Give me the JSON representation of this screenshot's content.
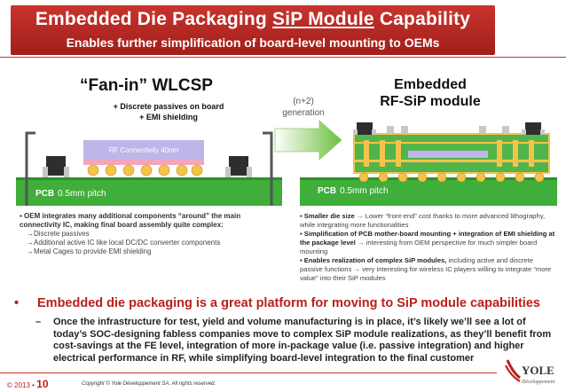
{
  "header": {
    "title_pre": "Embedded Die Packaging ",
    "title_hl": "SiP Module",
    "title_post": " Capability",
    "subtitle": "Enables further simplification of board-level mounting to OEMs"
  },
  "left_diagram": {
    "title": "“Fan-in” WLCSP",
    "sub_line1": "+ Discrete passives on board",
    "sub_line2": "+ EMI shielding",
    "chip_label": "RF Connectivity 40nm",
    "pcb": "PCB",
    "pitch": "0.5mm pitch"
  },
  "arrow_label": {
    "line1": "(n+2)",
    "line2": "generation"
  },
  "right_diagram": {
    "title_line1": "Embedded",
    "title_line2": "RF-SiP module",
    "pcb": "PCB",
    "pitch": "0.5mm pitch"
  },
  "left_text": {
    "lead": "▪ OEM integrates many additional components “around” the main connectivity IC, making final  board assembly quite complex:",
    "items": [
      "→Discrete passives",
      "→Additional active IC like local DC/DC converter components",
      "→Metal Cages to provide EMI shielding"
    ]
  },
  "right_text": {
    "b1_bold": "▪ Smaller die size",
    "b1_rest": " → Lower “front-end” cost thanks to more advanced lithography, while integrating more functionalities",
    "b2_bold": "▪ Simplification of PCB mother-board mounting + integration of EMI shielding at the package level",
    "b2_rest": " → interesting from OEM perspective for much simpler board mounting",
    "b3_bold": "▪ Enables realization of  complex SiP modules,",
    "b3_rest": " including active and discrete passive functions → very interesting for wireless IC players willing to integrate “more value” into their SiP modules"
  },
  "main_bullet": {
    "dot": "•",
    "text": "Embedded die packaging is a great platform for moving to SiP module capabilities"
  },
  "sub_bullet": {
    "dash": "–",
    "text": "Once the infrastructure for test, yield and volume manufacturing is in place, it’s likely we’ll see a lot of today’s SOC-designing fabless companies move to complex SiP module realizations, as they’ll benefit from cost-savings at the FE level, integration of more in-package value (i.e. passive integration) and higher electrical performance in RF, while simplifying board-level integration to the final customer"
  },
  "footer": {
    "year": "© 2013 • ",
    "page": "10",
    "copyright": "Copyright © Yole Développement SA. All rights reserved.",
    "logo_text": "YOLE",
    "logo_sub": "Développement"
  },
  "colors": {
    "brand_red": "#b8211c",
    "pcb_green": "#3fae3a",
    "arrow_green": "#6cbf3c"
  }
}
